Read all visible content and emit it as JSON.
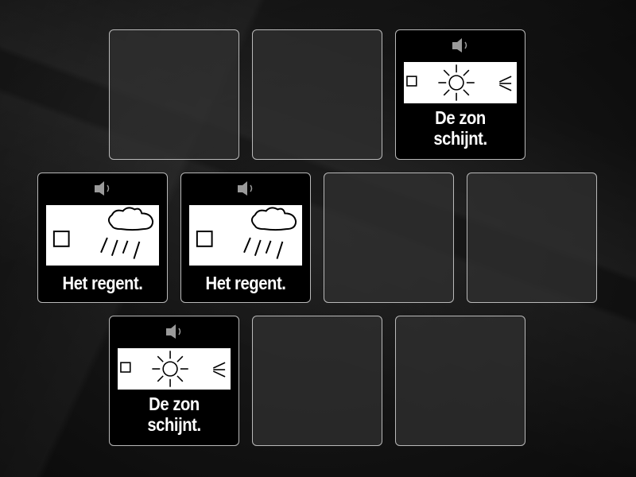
{
  "game": {
    "type": "memory-match",
    "grid": {
      "rows": 3
    },
    "colors": {
      "card_border": "#b9b9b9",
      "card_empty_bg": "#2a2a2a",
      "card_filled_bg": "#000000",
      "text": "#ffffff"
    }
  },
  "cards": [
    {
      "id": "r0c0",
      "state": "hidden"
    },
    {
      "id": "r0c1",
      "state": "hidden"
    },
    {
      "id": "r0c2",
      "state": "revealed",
      "image": "sun-weather-icon",
      "audio_icon": "speaker-icon",
      "label": "De zon schijnt.",
      "label_line1": "De zon",
      "label_line2": "schijnt."
    },
    {
      "id": "r1c0",
      "state": "revealed",
      "image": "rain-weather-icon",
      "audio_icon": "speaker-icon",
      "label": "Het regent."
    },
    {
      "id": "r1c1",
      "state": "revealed",
      "image": "rain-weather-icon",
      "audio_icon": "speaker-icon",
      "label": "Het regent."
    },
    {
      "id": "r1c2",
      "state": "hidden"
    },
    {
      "id": "r1c3",
      "state": "hidden"
    },
    {
      "id": "r2c0",
      "state": "revealed",
      "image": "sun-weather-icon",
      "audio_icon": "speaker-icon",
      "label": "De zon schijnt.",
      "label_line1": "De zon",
      "label_line2": "schijnt."
    },
    {
      "id": "r2c1",
      "state": "hidden"
    },
    {
      "id": "r2c2",
      "state": "hidden"
    }
  ]
}
